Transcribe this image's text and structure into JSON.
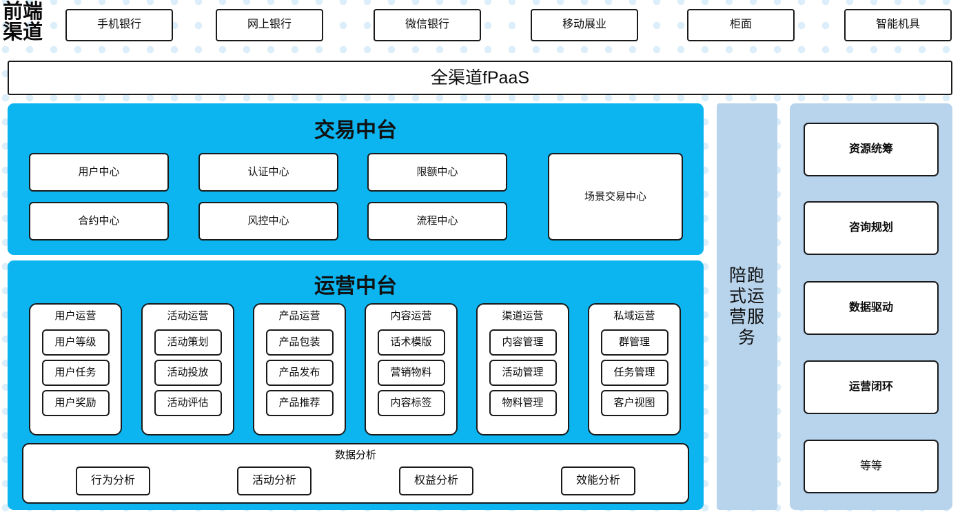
{
  "diagram": {
    "channels": {
      "label": "前端\n渠道",
      "label_line1": "前端",
      "label_line2": "渠道",
      "items": [
        {
          "label": "手机银行"
        },
        {
          "label": "网上银行"
        },
        {
          "label": "微信银行"
        },
        {
          "label": "移动展业"
        },
        {
          "label": "柜面"
        },
        {
          "label": "智能机具"
        }
      ]
    },
    "platform_bar": {
      "label": "全渠道fPaaS"
    },
    "trade_center": {
      "title": "交易中台",
      "boxes_row1": [
        {
          "label": "用户中心"
        },
        {
          "label": "认证中心"
        },
        {
          "label": "限额中心"
        }
      ],
      "boxes_row2": [
        {
          "label": "合约中心"
        },
        {
          "label": "风控中心"
        },
        {
          "label": "流程中心"
        }
      ],
      "wide_box": {
        "label": "场景交易中心"
      }
    },
    "ops_center": {
      "title": "运营中台",
      "groups": [
        {
          "title": "用户运营",
          "items": [
            "用户等级",
            "用户任务",
            "用户奖励"
          ]
        },
        {
          "title": "活动运营",
          "items": [
            "活动策划",
            "活动投放",
            "活动评估"
          ]
        },
        {
          "title": "产品运营",
          "items": [
            "产品包装",
            "产品发布",
            "产品推荐"
          ]
        },
        {
          "title": "内容运营",
          "items": [
            "话术模版",
            "营销物料",
            "内容标签"
          ]
        },
        {
          "title": "渠道运营",
          "items": [
            "内容管理",
            "活动管理",
            "物料管理"
          ]
        },
        {
          "title": "私域运营",
          "items": [
            "群管理",
            "任务管理",
            "客户视图"
          ]
        }
      ],
      "data_analysis": {
        "title": "数据分析",
        "items": [
          "行为分析",
          "活动分析",
          "权益分析",
          "效能分析"
        ]
      }
    },
    "accompany_column": {
      "label": "陪跑式运营服务"
    },
    "services_panel": {
      "items": [
        {
          "label": "资源统筹",
          "bold": true
        },
        {
          "label": "咨询规划",
          "bold": true
        },
        {
          "label": "数据驱动",
          "bold": true
        },
        {
          "label": "运营闭环",
          "bold": true
        },
        {
          "label": "等等",
          "bold": false
        }
      ]
    }
  },
  "colors": {
    "cyan_panel": "#0cb4f0",
    "light_blue_panel": "#b8d4ec",
    "dot_background": "#dceef9",
    "box_border": "#1a1a1a",
    "text": "#0b0b0b"
  }
}
